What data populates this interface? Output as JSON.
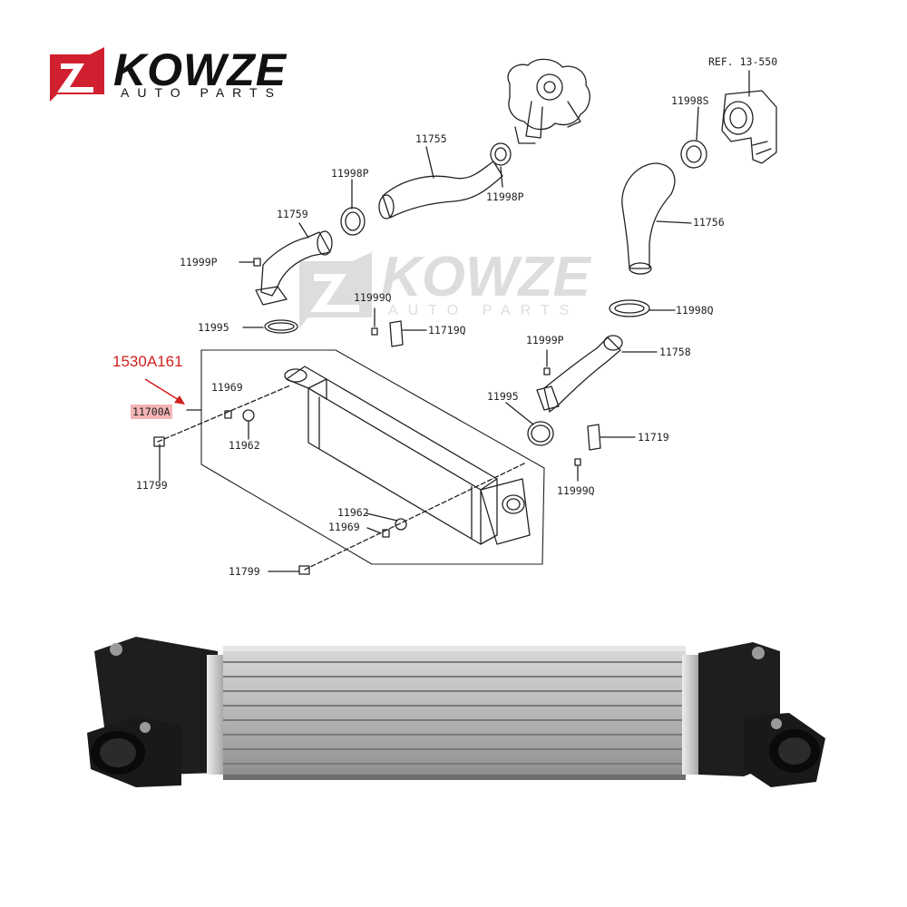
{
  "brand": {
    "name": "KOWZE",
    "tagline": "AUTO PARTS"
  },
  "watermark": {
    "name": "KOWZE",
    "tagline": "AUTO PARTS"
  },
  "highlight": {
    "oem_number": "1530A161",
    "part_number": "11700A"
  },
  "reference": "REF. 13-550",
  "callouts": {
    "c11755": "11755",
    "c11998s": "11998S",
    "c11998p_a": "11998P",
    "c11998p_b": "11998P",
    "c11759": "11759",
    "c11756": "11756",
    "c11999p_a": "11999P",
    "c11999q_a": "11999Q",
    "c11719q": "11719Q",
    "c11998q": "11998Q",
    "c11995_a": "11995",
    "c11999p_b": "11999P",
    "c11758": "11758",
    "c11969_a": "11969",
    "c11962_a": "11962",
    "c11799_a": "11799",
    "c11995_b": "11995",
    "c11719": "11719",
    "c11999q_b": "11999Q",
    "c11962_b": "11962",
    "c11969_b": "11969",
    "c11799_b": "11799"
  },
  "colors": {
    "brand_red": "#d01f2e",
    "highlight_red": "#d0201f",
    "highlight_bg": "#f4b4b4"
  }
}
